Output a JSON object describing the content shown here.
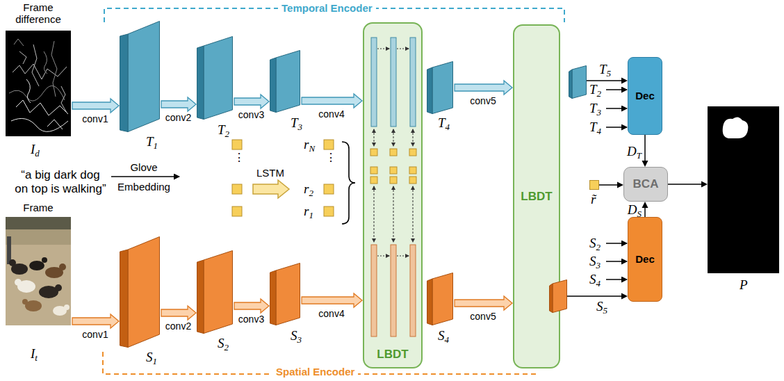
{
  "diagram": {
    "nodes": [
      {
        "text": [
          "Frame difference",
          "Id"
        ]
      },
      {
        "text": [
          "T1"
        ]
      },
      {
        "text": [
          "T2"
        ]
      },
      {
        "text": [
          "T3"
        ]
      },
      {
        "text": [
          "LBDT"
        ]
      },
      {
        "text": [
          "T4"
        ]
      },
      {
        "text": [
          "LBDT"
        ]
      },
      {
        "text": [
          "T5"
        ]
      },
      {
        "text": [
          "Dec"
        ]
      },
      {
        "text": [
          "Frame",
          "It"
        ]
      },
      {
        "text": [
          "S1"
        ]
      },
      {
        "text": [
          "S2"
        ]
      },
      {
        "text": [
          "S3"
        ]
      },
      {
        "text": [
          "S4"
        ]
      },
      {
        "text": [
          "S5"
        ]
      },
      {
        "text": [
          "Dec"
        ]
      },
      {
        "text": [
          "BCA"
        ]
      },
      {
        "text": [
          "P"
        ]
      },
      {
        "text": [
          "r̃"
        ]
      }
    ],
    "edges": [
      {
        "from": 0,
        "to": 1,
        "label": "conv1",
        "arrow": "to"
      },
      {
        "from": 1,
        "to": 2,
        "label": "conv2",
        "arrow": "to"
      },
      {
        "from": 2,
        "to": 3,
        "label": "conv3",
        "arrow": "to"
      },
      {
        "from": 3,
        "to": 4,
        "label": "conv4",
        "arrow": "to"
      },
      {
        "from": 5,
        "to": 6,
        "label": "conv5",
        "arrow": "to"
      },
      {
        "from": 7,
        "to": 8,
        "arrow": "to"
      },
      {
        "from": 8,
        "to": 16,
        "label": "DT",
        "arrow": "to"
      },
      {
        "from": 9,
        "to": 10,
        "label": "conv1",
        "arrow": "to"
      },
      {
        "from": 10,
        "to": 11,
        "label": "conv2",
        "arrow": "to"
      },
      {
        "from": 11,
        "to": 12,
        "label": "conv3",
        "arrow": "to"
      },
      {
        "from": 12,
        "to": 4,
        "label": "conv4",
        "arrow": "to"
      },
      {
        "from": 13,
        "to": 6,
        "label": "conv5",
        "arrow": "to"
      },
      {
        "from": 14,
        "to": 15,
        "arrow": "to"
      },
      {
        "from": 15,
        "to": 16,
        "label": "DS",
        "arrow": "to"
      },
      {
        "from": 18,
        "to": 16,
        "arrow": "to"
      },
      {
        "from": 16,
        "to": 17,
        "arrow": "to"
      }
    ],
    "labels": [
      "Temporal Encoder",
      "Spatial Encoder",
      "“a big dark dog on top is walking”",
      "Glove",
      "Embedding",
      "LSTM",
      "⋮",
      "rN",
      "⋮",
      "r2",
      "r1",
      "T2",
      "T3",
      "T4",
      "S2",
      "S3",
      "S4"
    ]
  }
}
